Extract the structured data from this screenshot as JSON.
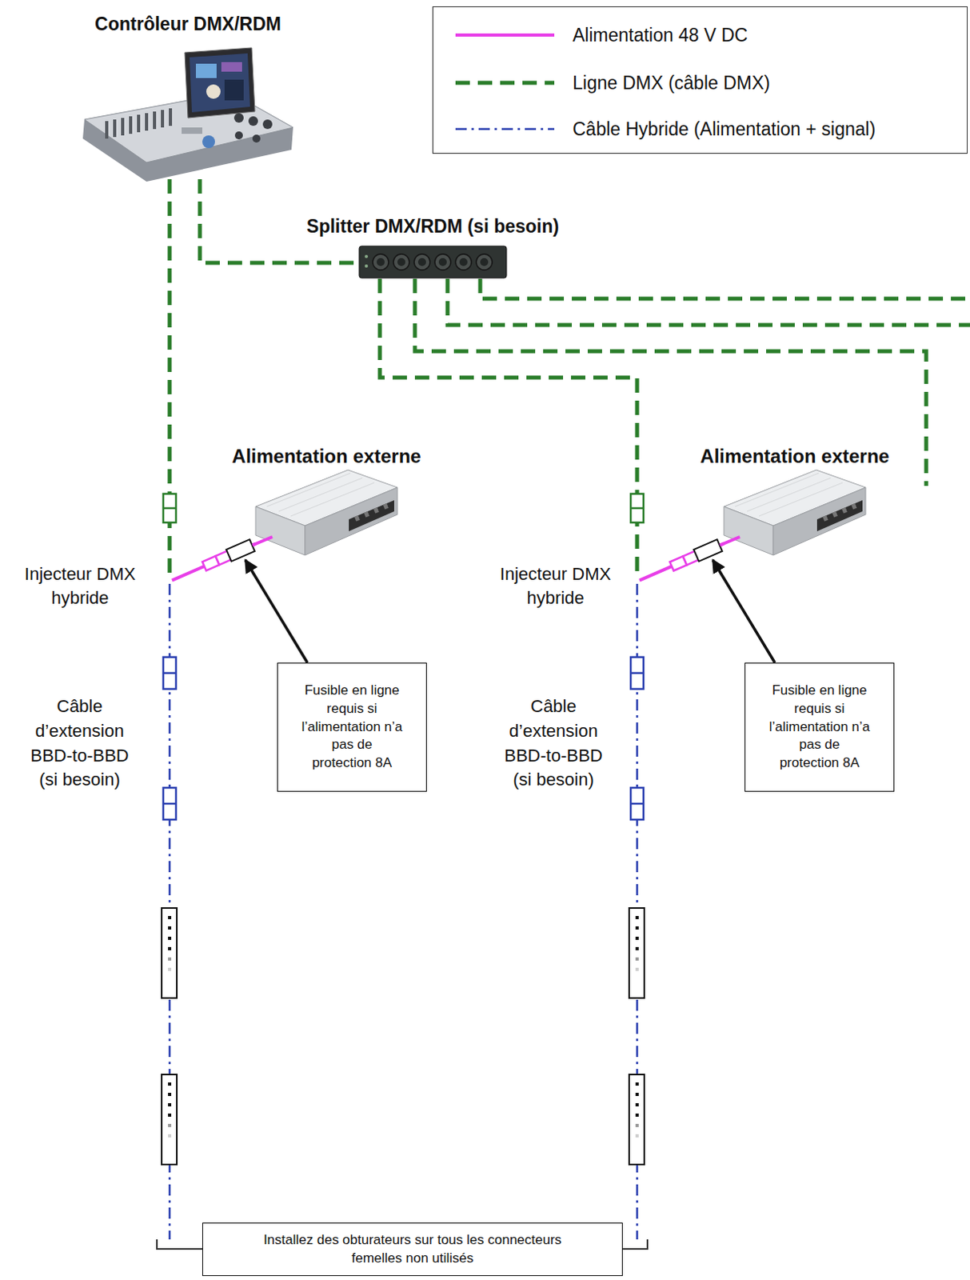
{
  "diagram": {
    "nodes": [
      {
        "text": [
          "Contrôleur DMX/RDM"
        ]
      },
      {
        "text": [
          "Splitter DMX/RDM (si besoin)"
        ]
      },
      {
        "text": [
          "Alimentation externe"
        ]
      },
      {
        "text": [
          "Alimentation externe"
        ]
      },
      {
        "text": [
          "Injecteur DMX hybride"
        ]
      },
      {
        "text": [
          "Injecteur DMX hybride"
        ]
      },
      {
        "text": [
          "Fusible en ligne requis si l’alimentation n’a pas de protection 8A"
        ]
      },
      {
        "text": [
          "Fusible en ligne requis si l’alimentation n’a pas de protection 8A"
        ]
      },
      {
        "text": [
          "Installez des obturateurs sur tous les connecteurs femelles non utilisés"
        ]
      }
    ],
    "edges": [
      {
        "from": 0,
        "to": 4,
        "arrow": "none"
      },
      {
        "from": 0,
        "to": 1,
        "arrow": "none"
      },
      {
        "from": 1,
        "to": 5,
        "arrow": "none"
      },
      {
        "from": 2,
        "to": 4,
        "arrow": "none"
      },
      {
        "from": 3,
        "to": 5,
        "arrow": "none"
      }
    ],
    "labels": [
      "Câble d’extension BBD-to-BBD (si besoin)",
      "Câble d’extension BBD-to-BBD (si besoin)"
    ],
    "legend": [
      {
        "text": "Alimentation 48 V DC"
      },
      {
        "text": "Ligne DMX (câble DMX)"
      },
      {
        "text": "Câble Hybride (Alimentation + signal)"
      }
    ]
  }
}
